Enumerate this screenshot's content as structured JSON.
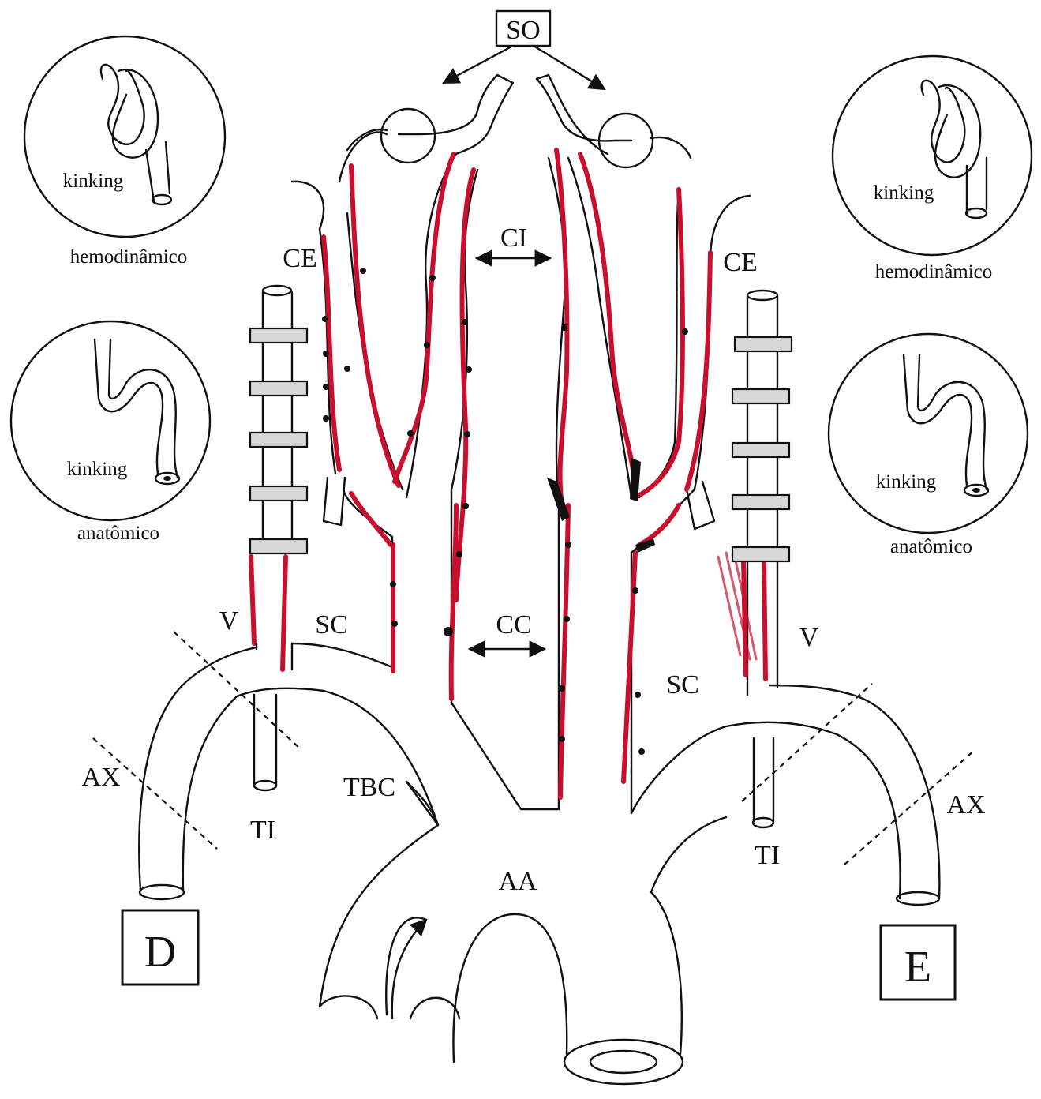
{
  "labels": {
    "so": "SO",
    "ci": "CI",
    "cc": "CC",
    "ce_right": "CE",
    "ce_left": "CE",
    "v_right": "V",
    "v_left": "V",
    "sc_right": "SC",
    "sc_left": "SC",
    "ax_right": "AX",
    "ax_left": "AX",
    "ti_right": "TI",
    "ti_left": "TI",
    "tbc": "TBC",
    "aa": "AA",
    "side_d": "D",
    "side_e": "E"
  },
  "insets": {
    "top_left": {
      "inner": "kinking",
      "caption": "hemodinâmico"
    },
    "bottom_left": {
      "inner": "kinking",
      "caption": "anatômico"
    },
    "top_right": {
      "inner": "kinking",
      "caption": "hemodinâmico"
    },
    "bottom_right": {
      "inner": "kinking",
      "caption": "anatômico"
    }
  },
  "colors": {
    "line": "#111111",
    "highlight": "#c8102e",
    "band_fill": "#d8d8d8"
  }
}
